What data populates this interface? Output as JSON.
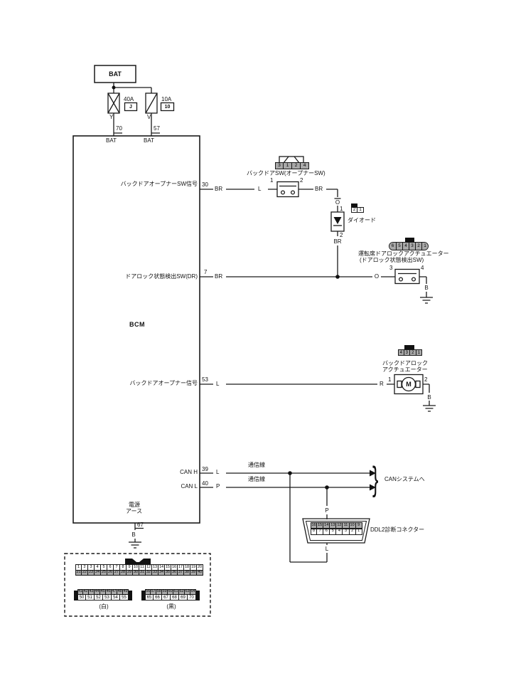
{
  "power": {
    "battery_label": "BAT",
    "fusible_link": {
      "rating": "40A",
      "code": "J",
      "wire_color": "Y",
      "bcm_pin": "70",
      "bcm_pin_label": "BAT"
    },
    "fuse": {
      "rating": "10A",
      "code": "10",
      "wire_color": "V",
      "bcm_pin": "57",
      "bcm_pin_label": "BAT"
    }
  },
  "bcm": {
    "label": "BCM",
    "pin30": {
      "number": "30",
      "signal": "バックドアオープナーSW信号",
      "wire_color": "BR"
    },
    "pin7": {
      "number": "7",
      "signal": "ドアロック状態検出SW(DR)",
      "wire_color": "BR"
    },
    "pin53": {
      "number": "53",
      "signal": "バックドアオープナー信号",
      "wire_color": "L"
    },
    "pin39": {
      "number": "39",
      "signal": "CAN H",
      "wire_color": "L"
    },
    "pin40": {
      "number": "40",
      "signal": "CAN L",
      "wire_color": "P"
    },
    "pin67": {
      "number": "67",
      "signal_line1": "電源",
      "signal_line2": "アース",
      "wire_color": "B"
    }
  },
  "back_door_sw": {
    "connector_pins": [
      "3",
      "1",
      "2",
      "4"
    ],
    "label": "バックドアSW(オープナーSW)",
    "pin_in": "1",
    "pin_out": "2",
    "wire_in": "L",
    "wire_out": "BR"
  },
  "diode": {
    "label": "ダイオード",
    "connector_pins": [
      "2",
      "1"
    ],
    "wire_top": "O",
    "pin_top": "1",
    "pin_bottom": "2",
    "wire_bottom": "BR"
  },
  "driver_door_lock_actuator": {
    "connector_pins": [
      "6",
      "5",
      "4",
      "3",
      "2",
      "1"
    ],
    "label_line1": "運転席ドアロックアクチュエーター",
    "label_line2": "(ドアロック状態検出SW)",
    "wire_in": "O",
    "pin_in": "3",
    "pin_out": "4",
    "wire_ground": "B"
  },
  "back_door_lock_actuator": {
    "connector_pins": [
      "4",
      "3",
      "2",
      "1"
    ],
    "label_line1": "バックドアロック",
    "label_line2": "アクチュエーター",
    "wire_in": "R",
    "pin_in": "1",
    "pin_out": "2",
    "motor_label": "M",
    "wire_ground": "B"
  },
  "can": {
    "h_line_label": "通信線",
    "l_line_label": "通信線",
    "destination": "CANシステムへ",
    "brace": "}",
    "drop_wire_p": "P",
    "drop_wire_l": "L"
  },
  "ddl2": {
    "label": "DDL2診断コネクター",
    "top_row": [
      "16",
      "15",
      "14",
      "13",
      "12",
      "11",
      "10",
      "9"
    ],
    "bottom_row": [
      "8",
      "7",
      "6",
      "5",
      "4",
      "3",
      "2",
      "1"
    ]
  },
  "bcm_connectors": {
    "top_row1": [
      "1",
      "2",
      "3",
      "4",
      "5",
      "6",
      "7",
      "8",
      "9",
      "10",
      "11",
      "12",
      "13",
      "14",
      "15",
      "16",
      "17",
      "18",
      "19",
      "20"
    ],
    "top_row2": [
      "21",
      "22",
      "23",
      "24",
      "25",
      "26",
      "27",
      "28",
      "29",
      "30",
      "31",
      "32",
      "33",
      "34",
      "35",
      "36",
      "37",
      "38",
      "39",
      "40"
    ],
    "left_row1": [
      "41",
      "42",
      "43",
      "44",
      "45",
      "46",
      "47",
      "48",
      "49"
    ],
    "left_row2": [
      "50",
      "51",
      "52",
      "53",
      "54",
      "55"
    ],
    "left_label": "(白)",
    "right_row1": [
      "56",
      "57",
      "58",
      "59",
      "60",
      "61",
      "62",
      "63",
      "64"
    ],
    "right_row2": [
      "65",
      "66",
      "67",
      "68",
      "69",
      "70"
    ],
    "right_label": "(黒)"
  }
}
